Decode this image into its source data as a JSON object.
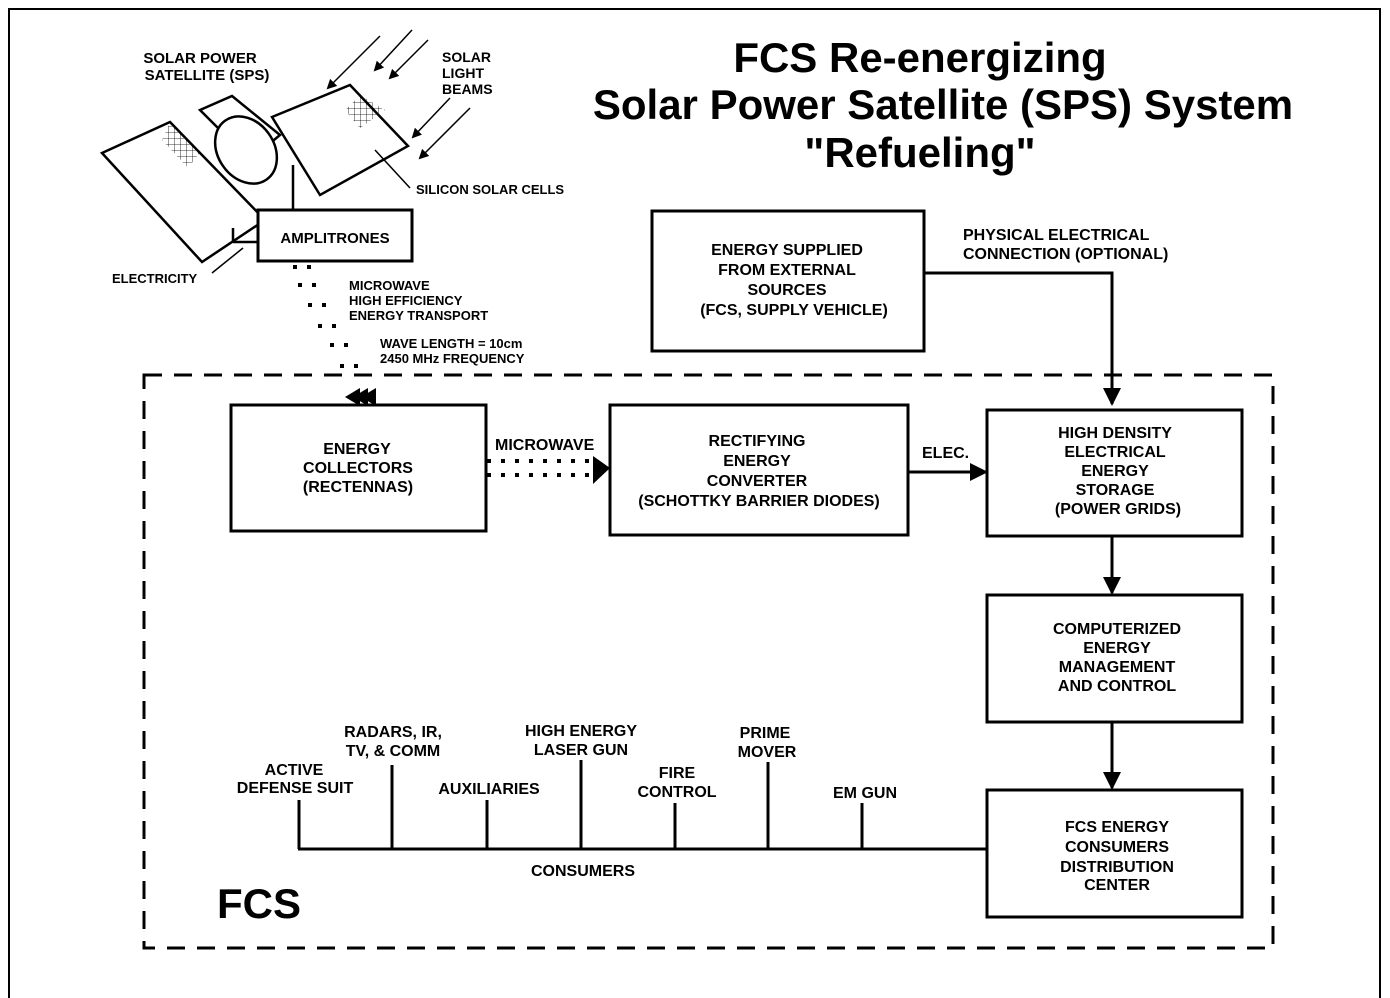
{
  "title": {
    "line1": "FCS Re-energizing",
    "line2": "Solar Power Satellite (SPS) System",
    "line3": "\"Refueling\""
  },
  "satellite": {
    "sps_label_1": "SOLAR POWER",
    "sps_label_2": "SATELLITE (SPS)",
    "beams_1": "SOLAR",
    "beams_2": "LIGHT",
    "beams_3": "BEAMS",
    "cells": "SILICON SOLAR CELLS",
    "electricity": "ELECTRICITY",
    "amplitrones": "AMPLITRONES",
    "mw_1": "MICROWAVE",
    "mw_2": "HIGH EFFICIENCY",
    "mw_3": "ENERGY TRANSPORT",
    "wave_1": "WAVE LENGTH = 10cm",
    "wave_2": "2450 MHz FREQUENCY"
  },
  "external": {
    "l1": "ENERGY SUPPLIED",
    "l2": "FROM EXTERNAL",
    "l3": "SOURCES",
    "l4": "(FCS, SUPPLY VEHICLE)",
    "conn_1": "PHYSICAL ELECTRICAL",
    "conn_2": "CONNECTION (OPTIONAL)"
  },
  "collectors": {
    "l1": "ENERGY",
    "l2": "COLLECTORS",
    "l3": "(RECTENNAS)"
  },
  "microwave_label": "MICROWAVE",
  "converter": {
    "l1": "RECTIFYING",
    "l2": "ENERGY",
    "l3": "CONVERTER",
    "l4": "(SCHOTTKY BARRIER DIODES)"
  },
  "elec_label": "ELEC.",
  "storage": {
    "l1": "HIGH DENSITY",
    "l2": "ELECTRICAL",
    "l3": "ENERGY",
    "l4": "STORAGE",
    "l5": "(POWER GRIDS)"
  },
  "management": {
    "l1": "COMPUTERIZED",
    "l2": "ENERGY",
    "l3": "MANAGEMENT",
    "l4": "AND CONTROL"
  },
  "distribution": {
    "l1": "FCS ENERGY",
    "l2": "CONSUMERS",
    "l3": "DISTRIBUTION",
    "l4": "CENTER"
  },
  "consumers": {
    "bus_label": "CONSUMERS",
    "items": [
      {
        "l1": "ACTIVE",
        "l2": "DEFENSE SUIT"
      },
      {
        "l1": "RADARS, IR,",
        "l2": "TV, & COMM"
      },
      {
        "l1": "AUXILIARIES",
        "l2": ""
      },
      {
        "l1": "HIGH ENERGY",
        "l2": "LASER GUN"
      },
      {
        "l1": "FIRE",
        "l2": "CONTROL"
      },
      {
        "l1": "PRIME",
        "l2": "MOVER"
      },
      {
        "l1": "EM GUN",
        "l2": ""
      }
    ]
  },
  "fcs_label": "FCS"
}
